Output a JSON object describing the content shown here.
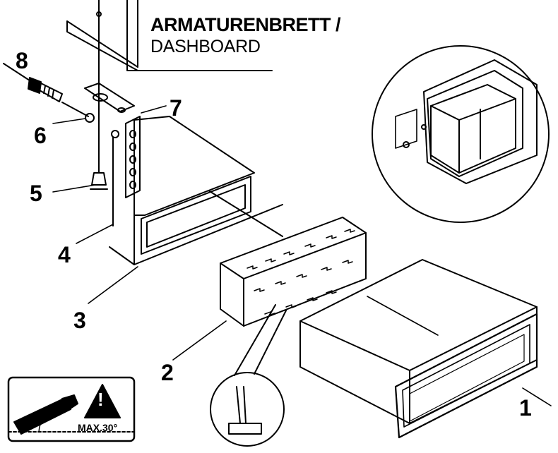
{
  "title": {
    "german": "ARMATURENBRETT /",
    "english": "DASHBOARD"
  },
  "callouts": [
    "8",
    "7",
    "6",
    "5",
    "4",
    "3",
    "2",
    "1"
  ],
  "warning": {
    "mark": "!",
    "label": "MAX.30°"
  }
}
